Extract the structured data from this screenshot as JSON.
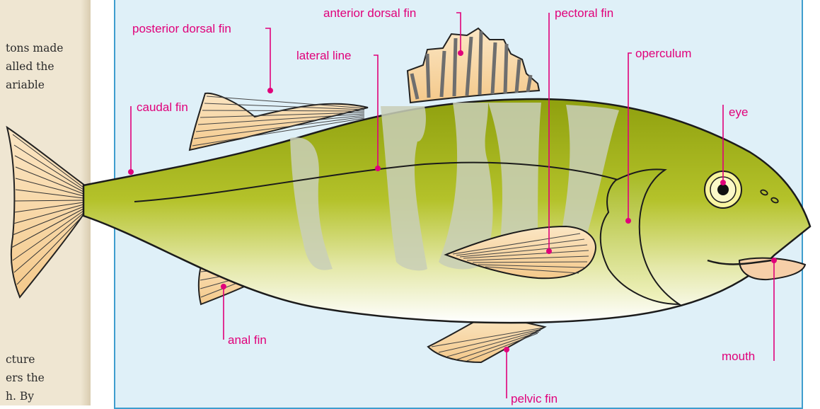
{
  "left_page": {
    "snippet_top_lines": [
      "tons made",
      "alled the",
      "ariable"
    ],
    "snippet_bottom_lines": [
      "cture",
      "ers the",
      "h. By"
    ]
  },
  "labels": {
    "anterior_dorsal_fin": "anterior dorsal fin",
    "pectoral_fin": "pectoral fin",
    "posterior_dorsal_fin": "posterior dorsal fin",
    "lateral_line": "lateral line",
    "operculum": "operculum",
    "caudal_fin": "caudal fin",
    "eye": "eye",
    "anal_fin": "anal fin",
    "mouth": "mouth",
    "pelvic_fin": "pelvic fin"
  },
  "colors": {
    "label": "#e0007a",
    "panel_background": "#dff0f8",
    "panel_border": "#3e9dce",
    "body_green": "#a5b81f",
    "fin_peach": "#f7d9a6",
    "stripe_gray": "#c9cfb8",
    "book_page": "#efe6d2"
  }
}
